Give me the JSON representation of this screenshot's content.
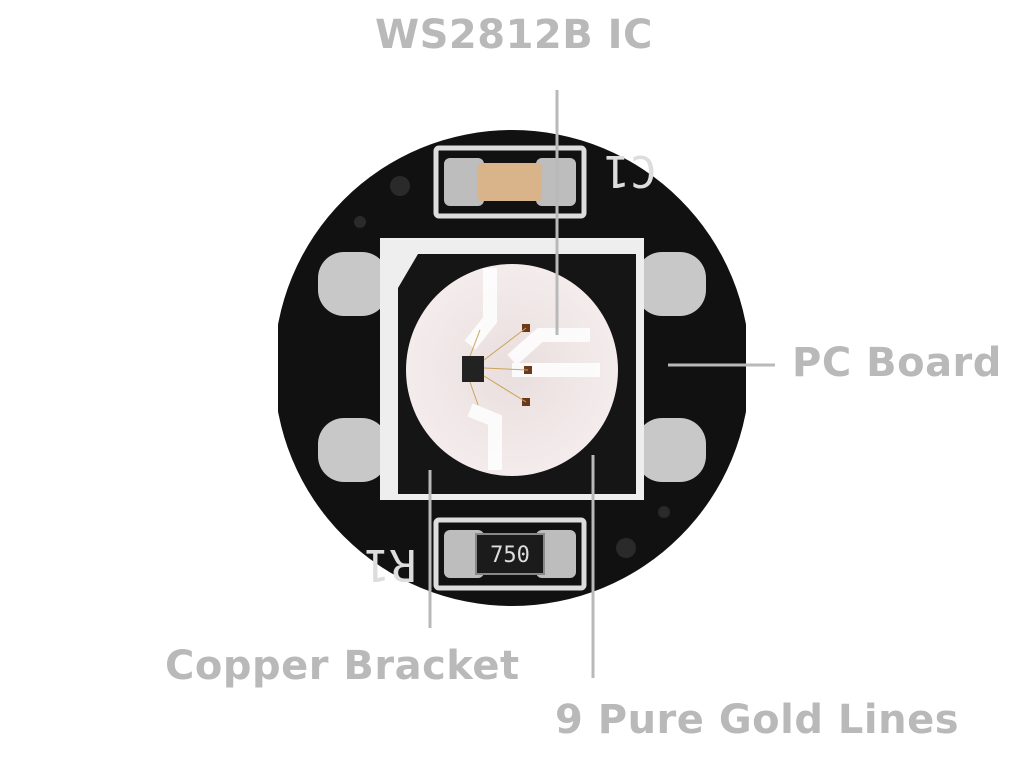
{
  "labels": {
    "ic": "WS2812B IC",
    "pcb": "PC Board",
    "bracket": "Copper Bracket",
    "gold": "9 Pure Gold Lines"
  },
  "silkscreen": {
    "capacitor": "C1",
    "resistor": "R1",
    "resistor_code": "750"
  },
  "colors": {
    "label": "#b9b9b9",
    "board": "#111111",
    "pad": "#c8c8c8",
    "capacitor": "#d9b48a"
  }
}
